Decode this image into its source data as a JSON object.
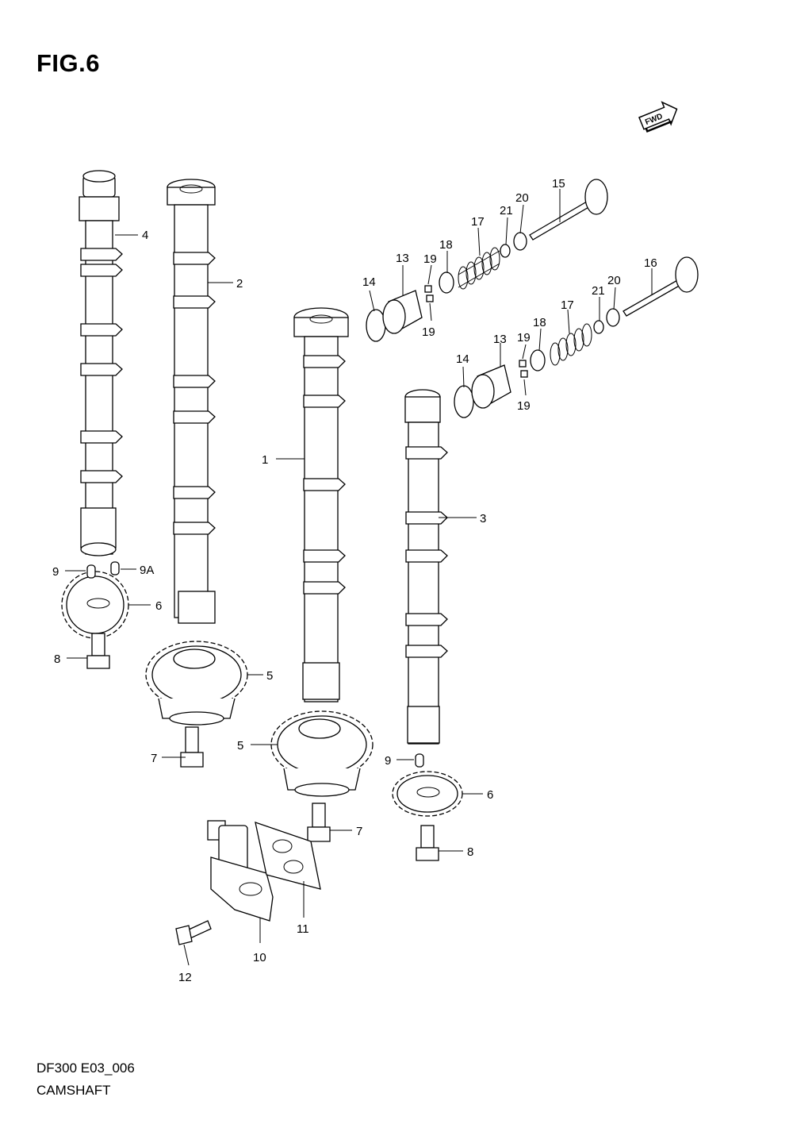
{
  "figure": {
    "title": "FIG.6",
    "model_code": "DF300 E03_006",
    "section_name": "CAMSHAFT",
    "fwd_label": "FWD"
  },
  "callouts": [
    {
      "id": "c1",
      "label": "1"
    },
    {
      "id": "c2",
      "label": "2"
    },
    {
      "id": "c3",
      "label": "3"
    },
    {
      "id": "c4",
      "label": "4"
    },
    {
      "id": "c5a",
      "label": "5"
    },
    {
      "id": "c5b",
      "label": "5"
    },
    {
      "id": "c6a",
      "label": "6"
    },
    {
      "id": "c6b",
      "label": "6"
    },
    {
      "id": "c7a",
      "label": "7"
    },
    {
      "id": "c7b",
      "label": "7"
    },
    {
      "id": "c8a",
      "label": "8"
    },
    {
      "id": "c8b",
      "label": "8"
    },
    {
      "id": "c9a",
      "label": "9"
    },
    {
      "id": "c9b",
      "label": "9"
    },
    {
      "id": "c9A",
      "label": "9A"
    },
    {
      "id": "c10",
      "label": "10"
    },
    {
      "id": "c11",
      "label": "11"
    },
    {
      "id": "c12",
      "label": "12"
    },
    {
      "id": "c13a",
      "label": "13"
    },
    {
      "id": "c13b",
      "label": "13"
    },
    {
      "id": "c14a",
      "label": "14"
    },
    {
      "id": "c14b",
      "label": "14"
    },
    {
      "id": "c15",
      "label": "15"
    },
    {
      "id": "c16",
      "label": "16"
    },
    {
      "id": "c17a",
      "label": "17"
    },
    {
      "id": "c17b",
      "label": "17"
    },
    {
      "id": "c18a",
      "label": "18"
    },
    {
      "id": "c18b",
      "label": "18"
    },
    {
      "id": "c19a",
      "label": "19"
    },
    {
      "id": "c19b",
      "label": "19"
    },
    {
      "id": "c19c",
      "label": "19"
    },
    {
      "id": "c19d",
      "label": "19"
    },
    {
      "id": "c20a",
      "label": "20"
    },
    {
      "id": "c20b",
      "label": "20"
    },
    {
      "id": "c21a",
      "label": "21"
    },
    {
      "id": "c21b",
      "label": "21"
    }
  ]
}
